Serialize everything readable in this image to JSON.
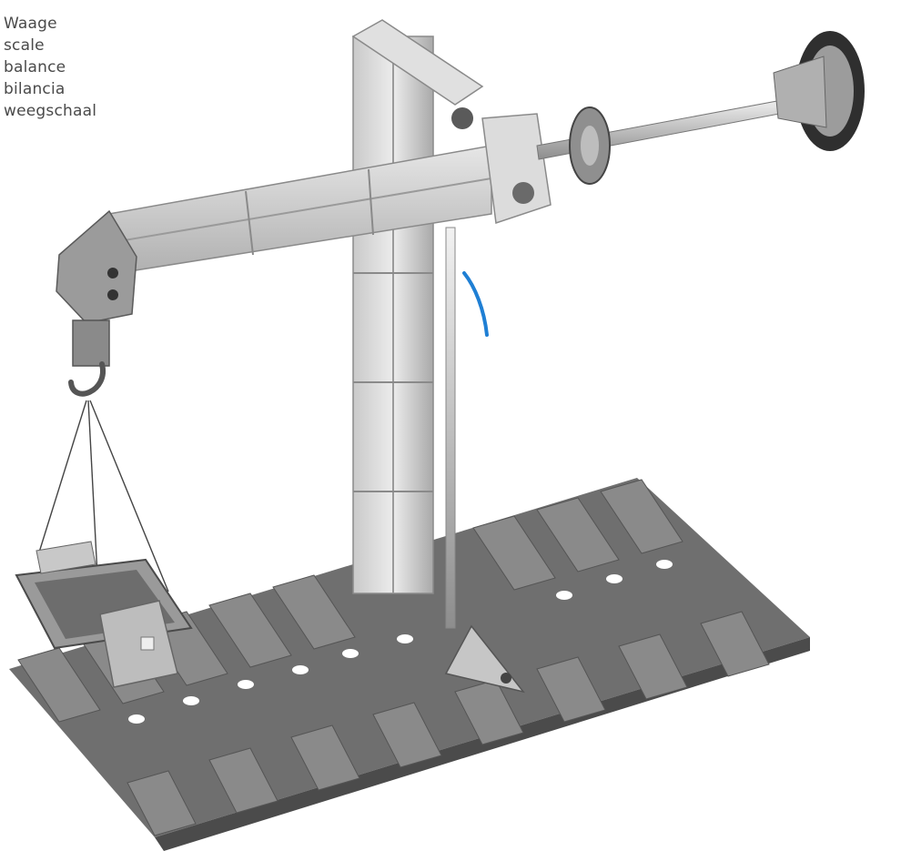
{
  "caption": {
    "labels": [
      "Waage",
      "scale",
      "balance",
      "bilancia",
      "weegschaal"
    ]
  },
  "colors": {
    "background": "#ffffff",
    "plate": "#6f6f6f",
    "plate_light": "#8a8a8a",
    "block": "#d8d8d8",
    "metal": "#b5b5b5",
    "pointer": "#1f7fd4"
  }
}
